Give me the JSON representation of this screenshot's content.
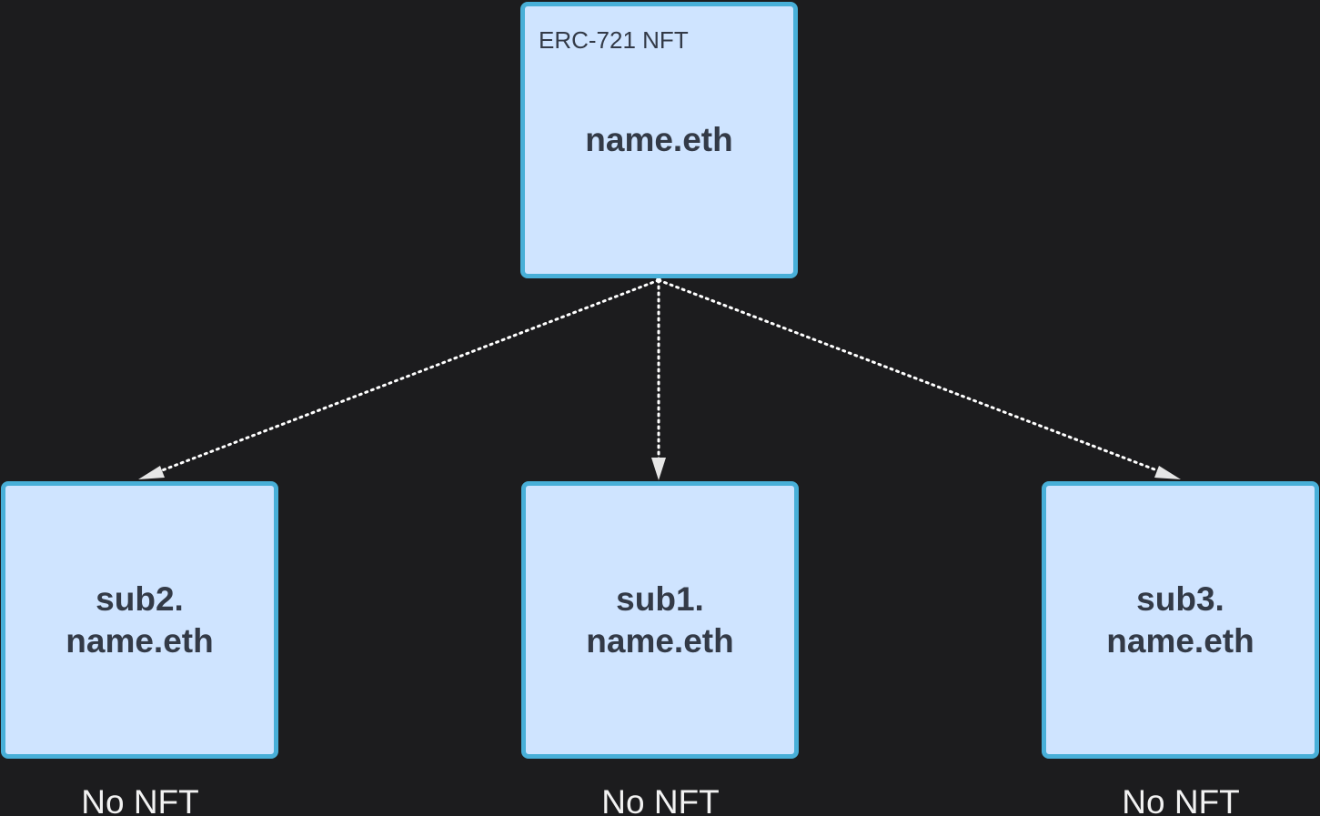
{
  "diagram": {
    "colors": {
      "background": "#1c1c1e",
      "node_fill": "#cfe4ff",
      "node_border": "#48afd8",
      "node_text": "#333a47",
      "connector": "#ffffff",
      "caption_text": "#f2f2f2"
    },
    "root": {
      "tag": "ERC-721 NFT",
      "label": "name.eth"
    },
    "children": [
      {
        "line1": "sub2.",
        "line2": "name.eth",
        "caption": "No NFT"
      },
      {
        "line1": "sub1.",
        "line2": "name.eth",
        "caption": "No NFT"
      },
      {
        "line1": "sub3.",
        "line2": "name.eth",
        "caption": "No NFT"
      }
    ],
    "edges": [
      {
        "from": "root",
        "to": "sub2",
        "style": "dotted"
      },
      {
        "from": "root",
        "to": "sub1",
        "style": "dotted"
      },
      {
        "from": "root",
        "to": "sub3",
        "style": "dotted"
      }
    ]
  }
}
